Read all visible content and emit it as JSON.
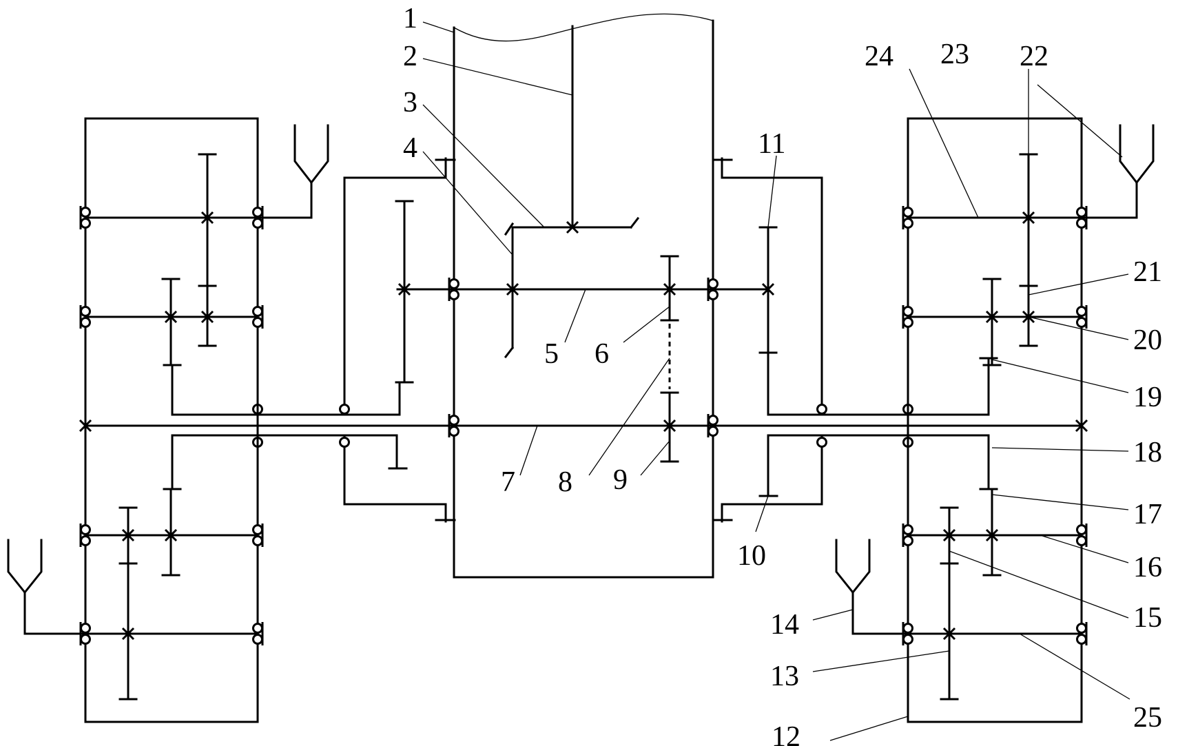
{
  "diagram": {
    "labels": [
      {
        "id": "1",
        "text": "1"
      },
      {
        "id": "2",
        "text": "2"
      },
      {
        "id": "3",
        "text": "3"
      },
      {
        "id": "4",
        "text": "4"
      },
      {
        "id": "5",
        "text": "5"
      },
      {
        "id": "6",
        "text": "6"
      },
      {
        "id": "7",
        "text": "7"
      },
      {
        "id": "8",
        "text": "8"
      },
      {
        "id": "9",
        "text": "9"
      },
      {
        "id": "10",
        "text": "10"
      },
      {
        "id": "11",
        "text": "11"
      },
      {
        "id": "12",
        "text": "12"
      },
      {
        "id": "13",
        "text": "13"
      },
      {
        "id": "14",
        "text": "14"
      },
      {
        "id": "15",
        "text": "15"
      },
      {
        "id": "16",
        "text": "16"
      },
      {
        "id": "17",
        "text": "17"
      },
      {
        "id": "18",
        "text": "18"
      },
      {
        "id": "19",
        "text": "19"
      },
      {
        "id": "20",
        "text": "20"
      },
      {
        "id": "21",
        "text": "21"
      },
      {
        "id": "22",
        "text": "22"
      },
      {
        "id": "23",
        "text": "23"
      },
      {
        "id": "24",
        "text": "24"
      },
      {
        "id": "25",
        "text": "25"
      }
    ]
  }
}
